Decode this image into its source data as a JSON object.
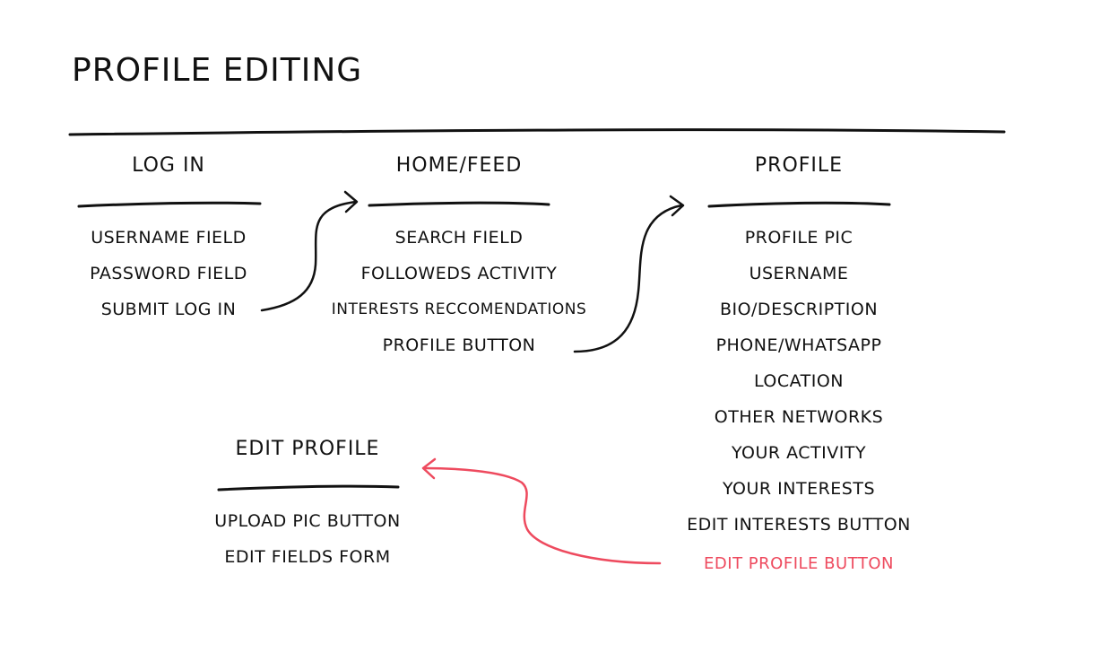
{
  "title": "PROFILE EDITING",
  "colors": {
    "ink": "#111111",
    "accent": "#ee4a5e"
  },
  "columns": {
    "login": {
      "heading": "LOG IN",
      "items": [
        "USERNAME FIELD",
        "PASSWORD FIELD",
        "SUBMIT LOG IN"
      ]
    },
    "home": {
      "heading": "HOME/FEED",
      "items": [
        "SEARCH FIELD",
        "FOLLOWEDS ACTIVITY",
        "INTERESTS RECCOMENDATIONS",
        "PROFILE BUTTON"
      ]
    },
    "profile": {
      "heading": "PROFILE",
      "items": [
        "PROFILE PIC",
        "USERNAME",
        "BIO/DESCRIPTION",
        "PHONE/WHATSAPP",
        "LOCATION",
        "OTHER NETWORKS",
        "YOUR ACTIVITY",
        "YOUR INTERESTS",
        "EDIT INTERESTS BUTTON",
        "EDIT PROFILE BUTTON"
      ]
    },
    "edit": {
      "heading": "EDIT PROFILE",
      "items": [
        "UPLOAD PIC BUTTON",
        "EDIT FIELDS FORM"
      ]
    }
  }
}
